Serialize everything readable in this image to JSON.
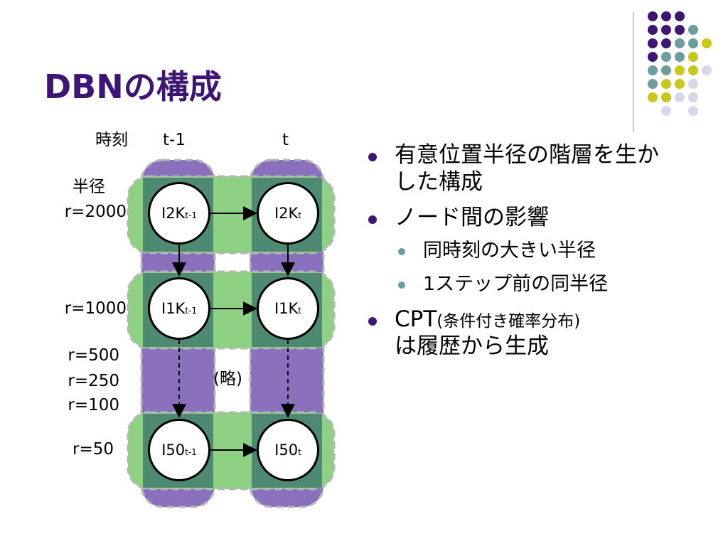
{
  "slide": {
    "title": "DBNの構成"
  },
  "diagram": {
    "header": {
      "time_label": "時刻",
      "t_prev": "t-1",
      "t_cur": "t"
    },
    "rows": [
      {
        "label_line1": "半径",
        "label_line2": "r=2000",
        "node_prev": "I2K",
        "node_cur": "I2K"
      },
      {
        "label_line1": "",
        "label_line2": "r=1000",
        "node_prev": "I1K",
        "node_cur": "I1K"
      },
      {
        "label_line1": "",
        "label_line2": "r=50",
        "node_prev": "I50",
        "node_cur": "I50"
      }
    ],
    "sub_prev": "t-1",
    "sub_cur": "t",
    "omitted_radii": [
      "r=500",
      "r=250",
      "r=100"
    ],
    "omitted_note": "(略)",
    "colors": {
      "purple_band": "#8a70bd",
      "green_band": "#8ed182",
      "dark_green_overlap": "#4e8a72"
    }
  },
  "bullets": {
    "item1": "有意位置半径の階層を生かした構成",
    "item2": "ノード間の影響",
    "item2_sub1": "同時刻の大きい半径",
    "item2_sub2": "1ステップ前の同半径",
    "item3_prefix": "CPT",
    "item3_paren": "(条件付き確率分布)",
    "item3_suffix": "は履歴から生成"
  },
  "decoration": {
    "dot_colors": [
      "#3d1572",
      "#6e9d9e",
      "#c9c81a",
      "#d7d7ea"
    ]
  }
}
